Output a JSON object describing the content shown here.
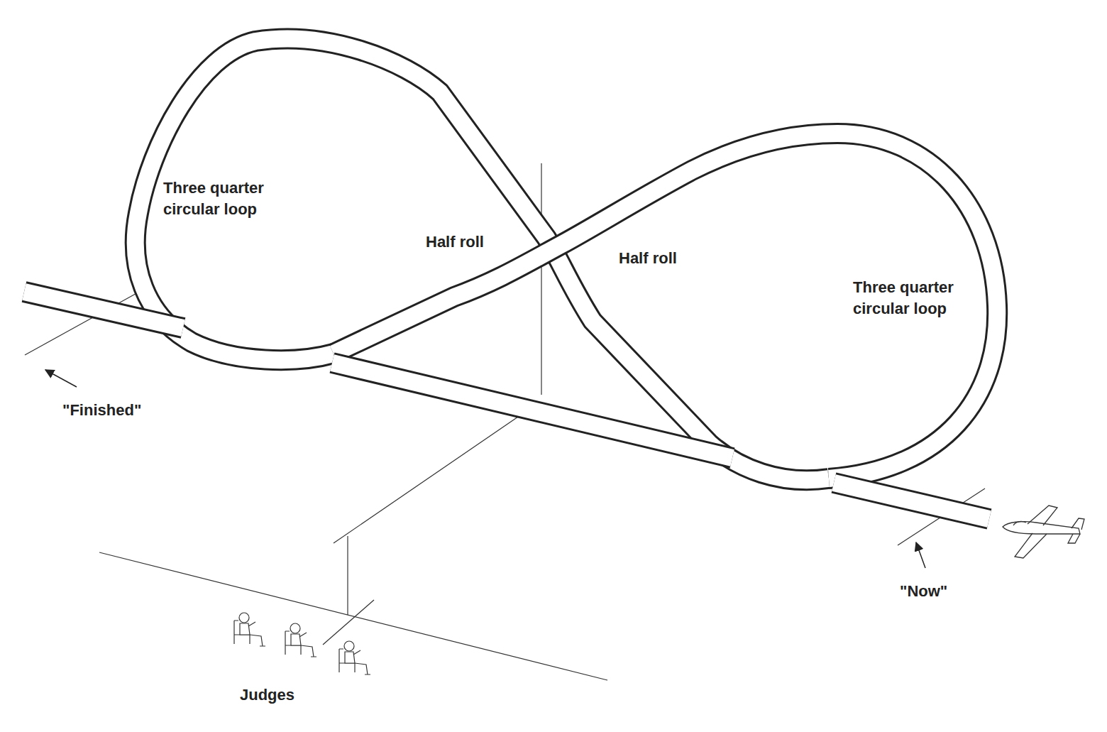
{
  "diagram": {
    "labels": [
      "Three quarter circular loop",
      "Half roll",
      "Half roll",
      "Three quarter circular loop",
      "\"Finished\"",
      "\"Now\"",
      "Judges"
    ]
  }
}
